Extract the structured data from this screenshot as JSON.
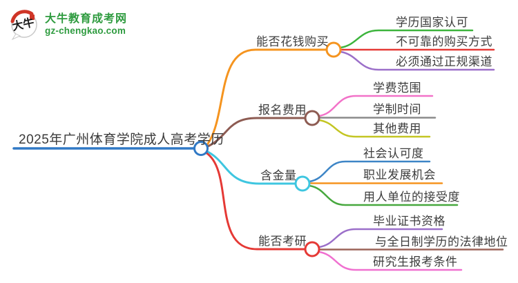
{
  "logo": {
    "site_name": "大牛教育成考网",
    "site_url": "gz-chengkao.com",
    "icon_text": "大牛",
    "brand_green": "#2e9b3f",
    "brand_red": "#cf3527"
  },
  "mindmap": {
    "root": {
      "label": "2025年广州体育学院成人高考学历",
      "color": "#3079c5"
    },
    "branches": [
      {
        "label": "能否花钱购买",
        "color": "#f5941f",
        "children": [
          {
            "label": "学历国家认可",
            "color": "#3cb43c"
          },
          {
            "label": "不可靠的购买方式",
            "color": "#e53935"
          },
          {
            "label": "必须通过正规渠道",
            "color": "#9b6fc9"
          }
        ]
      },
      {
        "label": "报名费用",
        "color": "#8d5b52",
        "children": [
          {
            "label": "学费范围",
            "color": "#f272c8"
          },
          {
            "label": "学制时间",
            "color": "#8a8a8a"
          },
          {
            "label": "其他费用",
            "color": "#c3c522"
          }
        ]
      },
      {
        "label": "含金量",
        "color": "#3ec6e0",
        "children": [
          {
            "label": "社会认可度",
            "color": "#3d85c6"
          },
          {
            "label": "职业发展机会",
            "color": "#f5941f"
          },
          {
            "label": "用人单位的接受度",
            "color": "#47a83e"
          }
        ]
      },
      {
        "label": "能否考研",
        "color": "#e53935",
        "children": [
          {
            "label": "毕业证书资格",
            "color": "#9b6fc9"
          },
          {
            "label": "与全日制学历的法律地位",
            "color": "#9c6458"
          },
          {
            "label": "研究生报考条件",
            "color": "#f070d0"
          }
        ]
      }
    ]
  }
}
